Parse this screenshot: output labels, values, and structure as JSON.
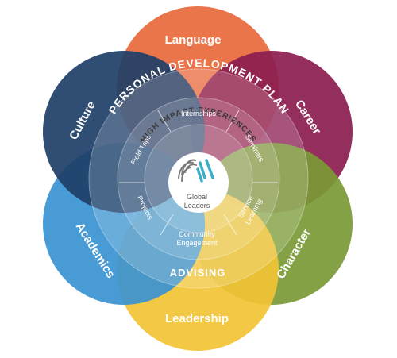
{
  "petals": [
    {
      "key": "language",
      "label": "Language",
      "color": "#E8693C"
    },
    {
      "key": "career",
      "label": "Career",
      "color": "#8B1D4F"
    },
    {
      "key": "character",
      "label": "Character",
      "color": "#7A9A35"
    },
    {
      "key": "leadership",
      "label": "Leadership",
      "color": "#F2C335"
    },
    {
      "key": "academics",
      "label": "Academics",
      "color": "#3A93D1"
    },
    {
      "key": "culture",
      "label": "Culture",
      "color": "#1E3F67"
    }
  ],
  "rings": {
    "outer_title_top": "PERSONAL DEVELOPMENT PLAN",
    "outer_title_bottom": "ADVISING",
    "inner_title": "HIGH IMPACT EXPERIENCES"
  },
  "segments": {
    "internships": "Internships",
    "seminars": "Seminars",
    "service_learning": [
      "Service",
      "Learning"
    ],
    "community_engagement": [
      "Community",
      "Engagement"
    ],
    "projects": "Projects",
    "field_trips": "Field Trips"
  },
  "center": {
    "label_line1": "Global",
    "label_line2": "Leaders",
    "logo_colors": [
      "#7A7A7A",
      "#3AAFC8"
    ]
  }
}
